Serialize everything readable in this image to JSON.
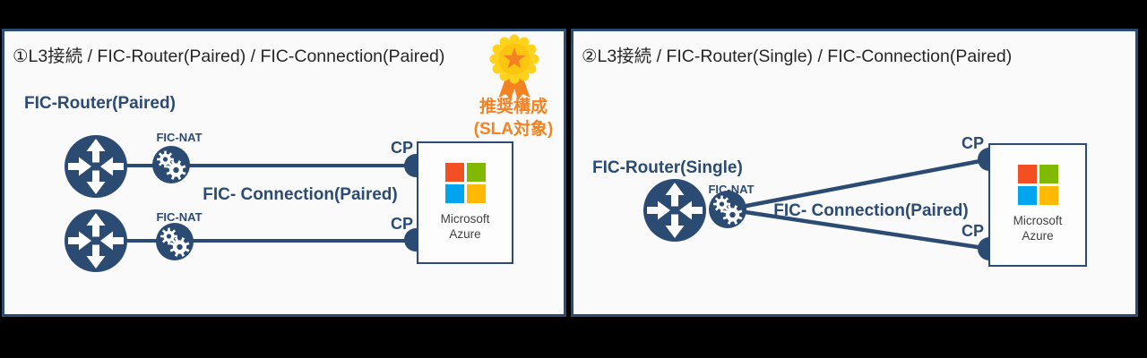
{
  "colors": {
    "navy": "#2b4b73",
    "panel_bg": "#fafafa",
    "page_bg": "#000000",
    "orange": "#f58220",
    "gold": "#ffd21e",
    "gold_inner": "#fcc50f",
    "title_text": "#262626",
    "azure_text": "#404040",
    "ms_red": "#f25022",
    "ms_green": "#7fba00",
    "ms_blue": "#00a4ef",
    "ms_yellow": "#ffb900"
  },
  "icons": {
    "router": "router-circle-arrows-icon",
    "fic_nat": "gears-circle-icon",
    "cp": "connection-point-dot-icon",
    "medal": "award-medal-icon",
    "azure_logo": "microsoft-logo-icon"
  },
  "panels": [
    {
      "title": "①L3接続 / FIC-Router(Paired) / FIC-Connection(Paired)",
      "badge": {
        "line1": "推奨構成",
        "line2": "(SLA対象)"
      },
      "router_label": "FIC-Router(Paired)",
      "nat_label_1": "FIC-NAT",
      "nat_label_2": "FIC-NAT",
      "connection_label": "FIC- Connection(Paired)",
      "cp_label_1": "CP",
      "cp_label_2": "CP",
      "azure": {
        "line1": "Microsoft",
        "line2": "Azure"
      }
    },
    {
      "title": "②L3接続 / FIC-Router(Single) / FIC-Connection(Paired)",
      "router_label": "FIC-Router(Single)",
      "nat_label": "FIC-NAT",
      "connection_label": "FIC- Connection(Paired)",
      "cp_label_1": "CP",
      "cp_label_2": "CP",
      "azure": {
        "line1": "Microsoft",
        "line2": "Azure"
      }
    }
  ]
}
